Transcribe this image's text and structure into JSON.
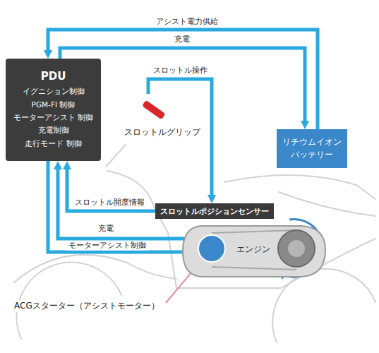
{
  "diagram": {
    "nodes": [
      {
        "text": [
          "PDU",
          "イグニション制御",
          "PGM-FI 制御",
          "モーターアシスト 制御",
          "充電制御",
          "走行モード 制御"
        ]
      },
      {
        "text": [
          "スロットルグリップ"
        ]
      },
      {
        "text": [
          "リチウムイオン バッテリー"
        ]
      },
      {
        "text": [
          "スロットルポジションセンサー"
        ]
      },
      {
        "text": [
          "エンジン"
        ]
      },
      {
        "text": [
          "ACGスターター（アシストモーター）"
        ],
        "in": 4
      }
    ],
    "edges": [
      {
        "from": 2,
        "to": 0,
        "label": "アシスト電力供給",
        "arrow": "to"
      },
      {
        "from": 0,
        "to": 2,
        "label": "充電",
        "arrow": "to"
      },
      {
        "from": 1,
        "to": 3,
        "label": "スロットル操作",
        "arrow": "to"
      },
      {
        "from": 3,
        "to": 0,
        "label": "スロットル開度情報",
        "arrow": "to"
      },
      {
        "from": 5,
        "to": 0,
        "label": "充電",
        "arrow": "to"
      },
      {
        "from": 0,
        "to": 5,
        "label": "モーターアシスト制御",
        "arrow": "to"
      }
    ]
  }
}
